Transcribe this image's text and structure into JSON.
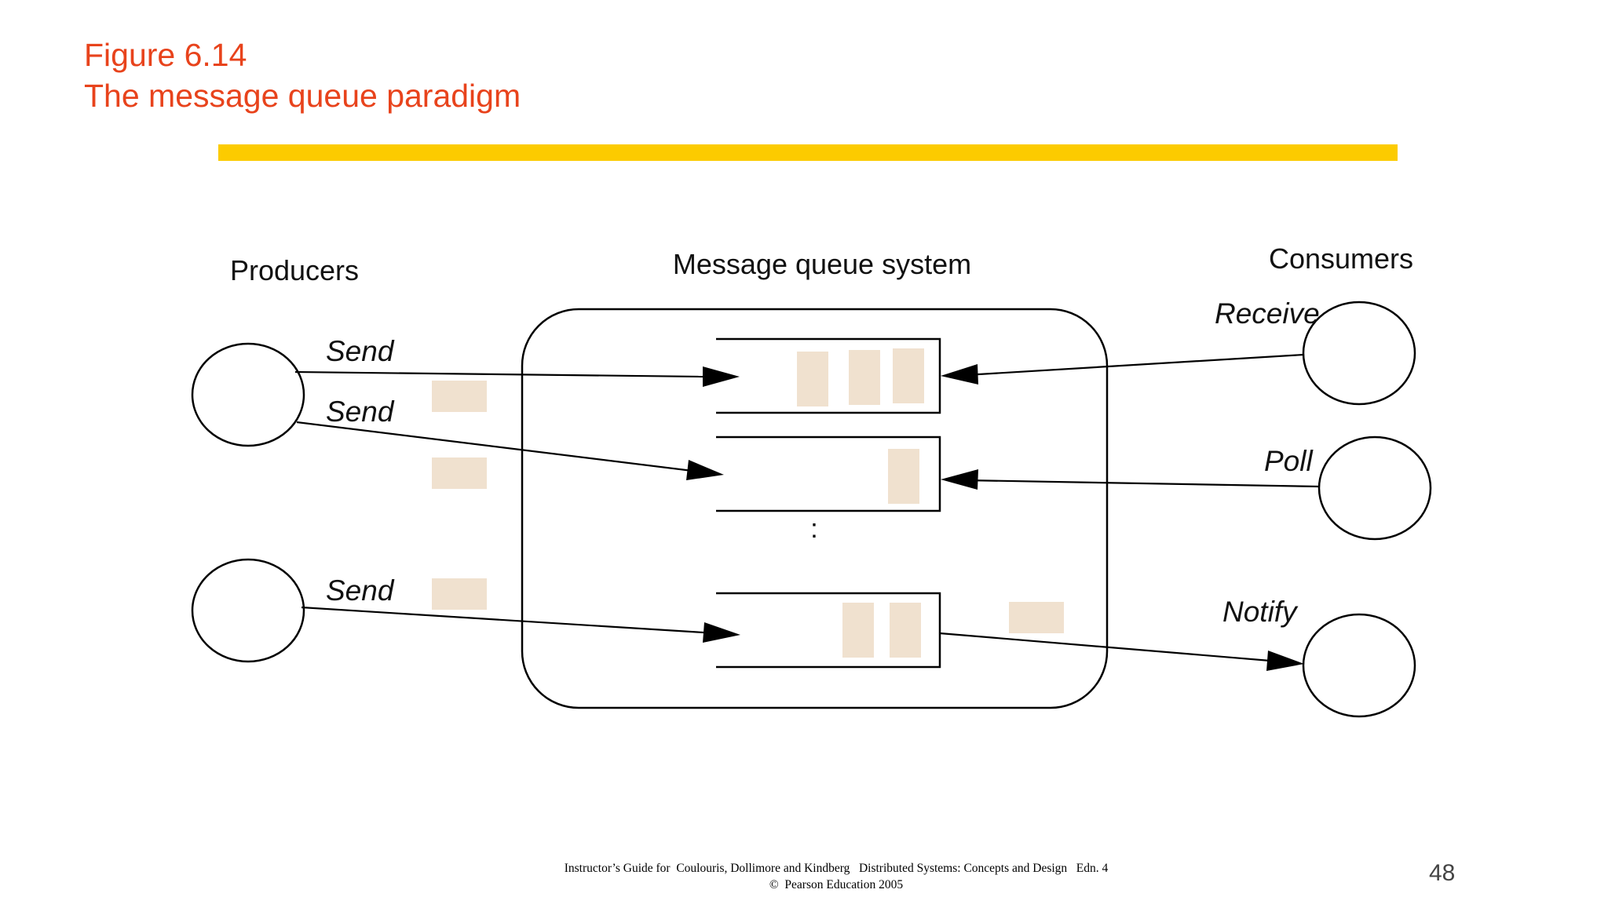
{
  "slide": {
    "title_line1": "Figure 6.14",
    "title_line2": "The message queue paradigm",
    "page_number": "48",
    "footer_line1": "Instructor’s Guide for  Coulouris, Dollimore and Kindberg   Distributed Systems: Concepts and Design   Edn. 4",
    "footer_line2": "©  Pearson Education 2005"
  },
  "colors": {
    "title": "#e8431c",
    "rule": "#fccb00",
    "message": "#f0e1cf",
    "line": "#000000"
  },
  "diagram": {
    "producers_heading": "Producers",
    "system_heading": "Message queue system",
    "consumers_heading": "Consumers",
    "producer_ops": [
      "Send",
      "Send",
      "Send"
    ],
    "consumer_ops": [
      "Receive",
      "Poll",
      "Notify"
    ],
    "ellipsis": ":"
  }
}
